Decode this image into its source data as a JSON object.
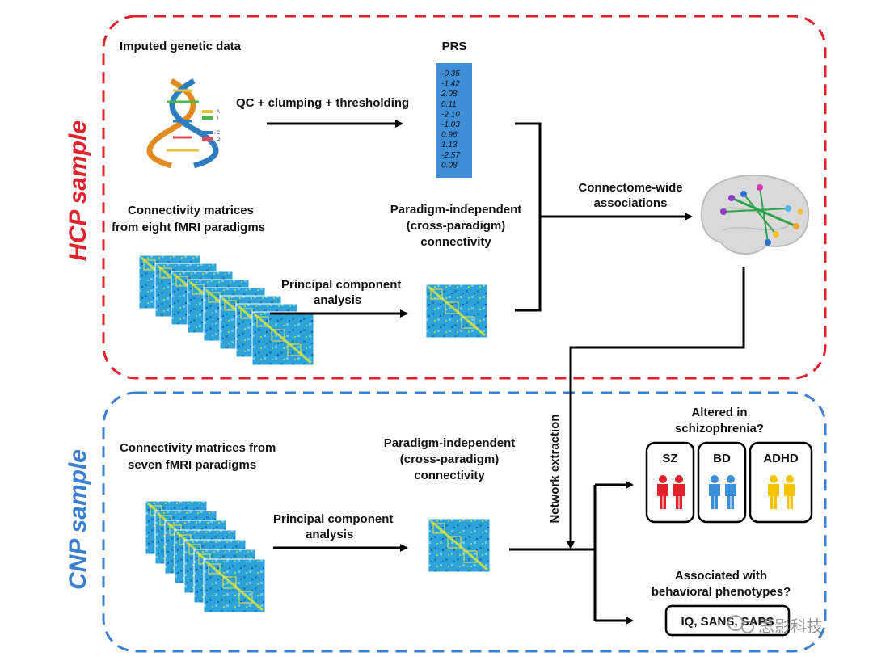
{
  "hcp": {
    "side_label": "HCP sample",
    "genetic_label": "Imputed genetic data",
    "qc_label": "QC + clumping + thresholding",
    "prs_title": "PRS",
    "prs_values": [
      "-0.35",
      "-1.42",
      "2.08",
      "0.11",
      "-2.10",
      "-1.03",
      "0.96",
      "1.13",
      "-2.57",
      "0.08"
    ],
    "dna_letters": [
      "A",
      "T",
      "C",
      "G"
    ],
    "matrices_label_1": "Connectivity matrices",
    "matrices_label_2": "from eight fMRI paradigms",
    "pca_label_1": "Principal component",
    "pca_label_2": "analysis",
    "pi_label_1": "Paradigm-independent",
    "pi_label_2": "(cross-paradigm)",
    "pi_label_3": "connectivity",
    "cwa_label_1": "Connectome-wide",
    "cwa_label_2": "associations"
  },
  "network_extraction": "Network extraction",
  "cnp": {
    "side_label": "CNP sample",
    "matrices_label_1": "Connectivity matrices from",
    "matrices_label_2": "seven fMRI paradigms",
    "pca_label_1": "Principal component",
    "pca_label_2": "analysis",
    "pi_label_1": "Paradigm-independent",
    "pi_label_2": "(cross-paradigm)",
    "pi_label_3": "connectivity",
    "altered_1": "Altered in",
    "altered_2": "schizophrenia?",
    "groups": [
      {
        "label": "SZ",
        "color": "#e0202a"
      },
      {
        "label": "BD",
        "color": "#3a8fd8"
      },
      {
        "label": "ADHD",
        "color": "#f5c400"
      }
    ],
    "assoc_1": "Associated with",
    "assoc_2": "behavioral phenotypes?",
    "pheno_box": "IQ, SANS, SAPS"
  },
  "watermark": "思影科技",
  "colors": {
    "hcp_border": "#e0202a",
    "cnp_border": "#3a7fd0",
    "prs_bg": "#3f8fd8",
    "matrix_bg": "#2aa0d8"
  }
}
